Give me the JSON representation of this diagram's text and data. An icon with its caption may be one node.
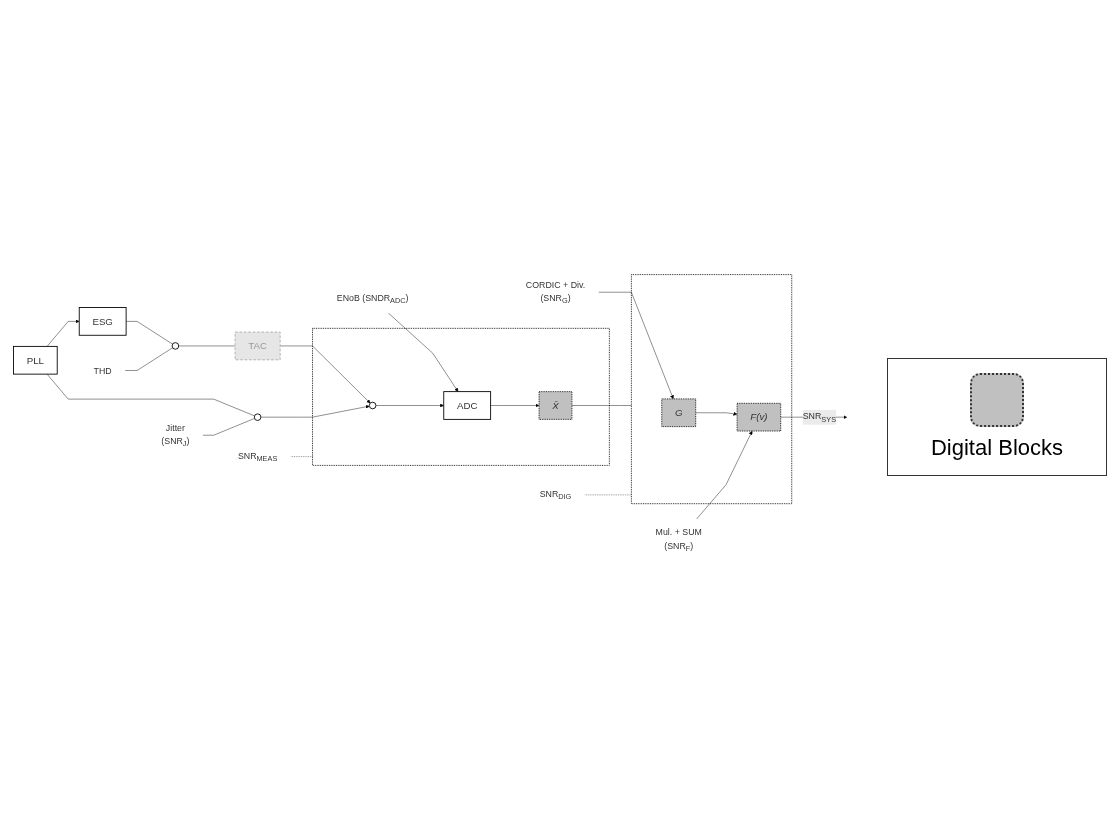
{
  "diagram": {
    "nodes": [
      {
        "text": [
          "ESG"
        ]
      },
      {
        "text": [
          "THD"
        ]
      },
      {
        "text": [],
        "shape": "circle"
      },
      {
        "text": [
          "TAC"
        ]
      },
      {
        "text": [
          "ENoB (SNDR$_{ADC}$)"
        ]
      },
      {
        "text": [],
        "shape": "box"
      },
      {
        "text": [],
        "shape": "circle",
        "in": 5
      },
      {
        "text": [
          "ADC"
        ],
        "in": 5
      },
      {
        "text": [
          "X̄"
        ],
        "in": 5
      },
      {
        "text": [
          "SNR$_{MEAS}$"
        ]
      },
      {
        "text": [
          "PLL"
        ]
      },
      {
        "text": [],
        "shape": "circle"
      },
      {
        "text": [
          "Jitter",
          "(SNR$_{J}$)"
        ]
      },
      {
        "text": [],
        "shape": "box"
      },
      {
        "text": [
          "G"
        ],
        "in": 13
      },
      {
        "text": [
          "F(v)"
        ],
        "in": 13
      },
      {
        "text": [
          "SNR$_{DIG}$"
        ]
      },
      {
        "text": [
          "CORDIC + Div.",
          "(SNR$_{G}$)"
        ]
      },
      {
        "text": [
          "Mul. + SUM",
          "(SNR$_{F}$)"
        ]
      }
    ],
    "edges": [
      {
        "from": 0,
        "to": 2,
        "arrow": "none"
      },
      {
        "from": 2,
        "to": 3,
        "arrow": "none"
      },
      {
        "from": 3,
        "to": 6,
        "arrow": "to"
      },
      {
        "from": 1,
        "to": 2,
        "arrow": "none"
      },
      {
        "from": 4,
        "to": 7,
        "arrow": "to"
      },
      {
        "from": 6,
        "to": 7,
        "arrow": "to"
      },
      {
        "from": 7,
        "to": 8,
        "arrow": "to"
      },
      {
        "from": 9,
        "to": 5,
        "arrow": "none",
        "style": "dashed"
      },
      {
        "from": 10,
        "to": 0,
        "arrow": "to"
      },
      {
        "from": 10,
        "to": 11,
        "arrow": "none"
      },
      {
        "from": 11,
        "to": 6,
        "arrow": "to"
      },
      {
        "from": 12,
        "to": 11,
        "arrow": "none"
      },
      {
        "from": 8,
        "to": 13,
        "arrow": "none"
      },
      {
        "from": 14,
        "to": 15,
        "arrow": "to"
      },
      {
        "from": 15,
        "to": null,
        "label": "SNR$_{SYS}$",
        "arrow": "to"
      },
      {
        "from": 16,
        "to": 13,
        "arrow": "none",
        "style": "dashed"
      },
      {
        "from": 17,
        "to": 14,
        "arrow": "to"
      },
      {
        "from": 18,
        "to": 15,
        "arrow": "to"
      }
    ],
    "legend": [
      {
        "text": "Digital Blocks",
        "color": "#c0c0c0"
      }
    ]
  }
}
